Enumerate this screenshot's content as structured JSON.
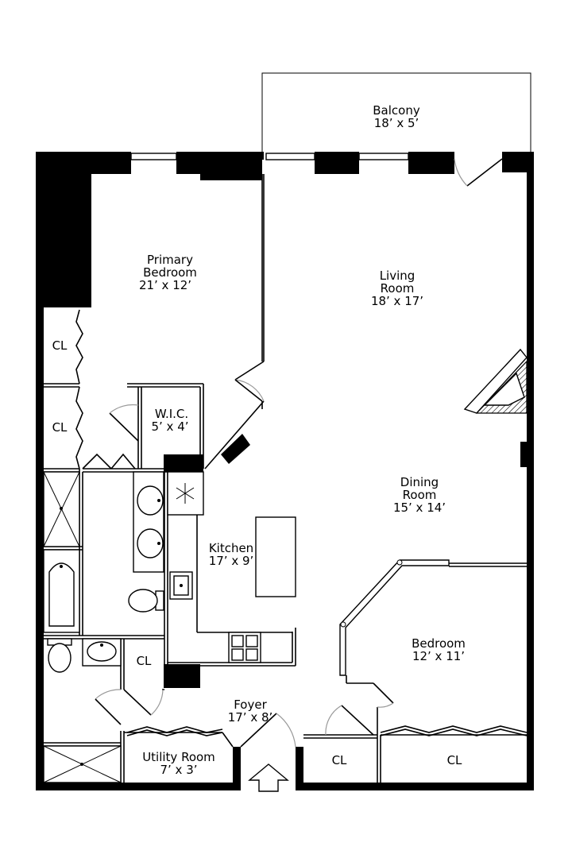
{
  "rooms": {
    "balcony": {
      "name": "Balcony",
      "dims": "18’ x 5’"
    },
    "primary_bedroom": {
      "name_line1": "Primary",
      "name_line2": "Bedroom",
      "dims": "21’ x 12’"
    },
    "living_room": {
      "name_line1": "Living",
      "name_line2": "Room",
      "dims": "18’ x 17’"
    },
    "wic": {
      "name": "W.I.C.",
      "dims": "5’ x 4’"
    },
    "dining_room": {
      "name_line1": "Dining",
      "name_line2": "Room",
      "dims": "15’ x 14’"
    },
    "kitchen": {
      "name": "Kitchen",
      "dims": "17’ x 9’"
    },
    "bedroom": {
      "name": "Bedroom",
      "dims": "12’ x 11’"
    },
    "foyer": {
      "name": "Foyer",
      "dims": "17’ x 8’"
    },
    "utility_room": {
      "name": "Utility Room",
      "dims": "7’ x 3’"
    }
  },
  "closets": {
    "cl_1": "CL",
    "cl_2": "CL",
    "cl_3": "CL",
    "cl_4": "CL",
    "cl_5": "CL"
  }
}
